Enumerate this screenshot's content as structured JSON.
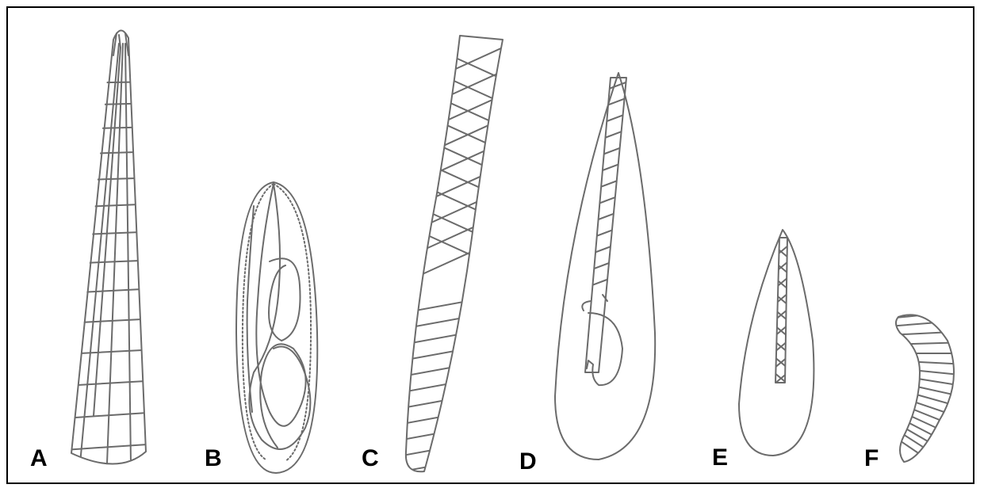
{
  "panels": [
    {
      "label": "A"
    },
    {
      "label": "B"
    },
    {
      "label": "C"
    },
    {
      "label": "D"
    },
    {
      "label": "E"
    },
    {
      "label": "F"
    }
  ],
  "style": {
    "ink": "#6b6b6b",
    "frame": "#000000",
    "background": "#ffffff"
  }
}
